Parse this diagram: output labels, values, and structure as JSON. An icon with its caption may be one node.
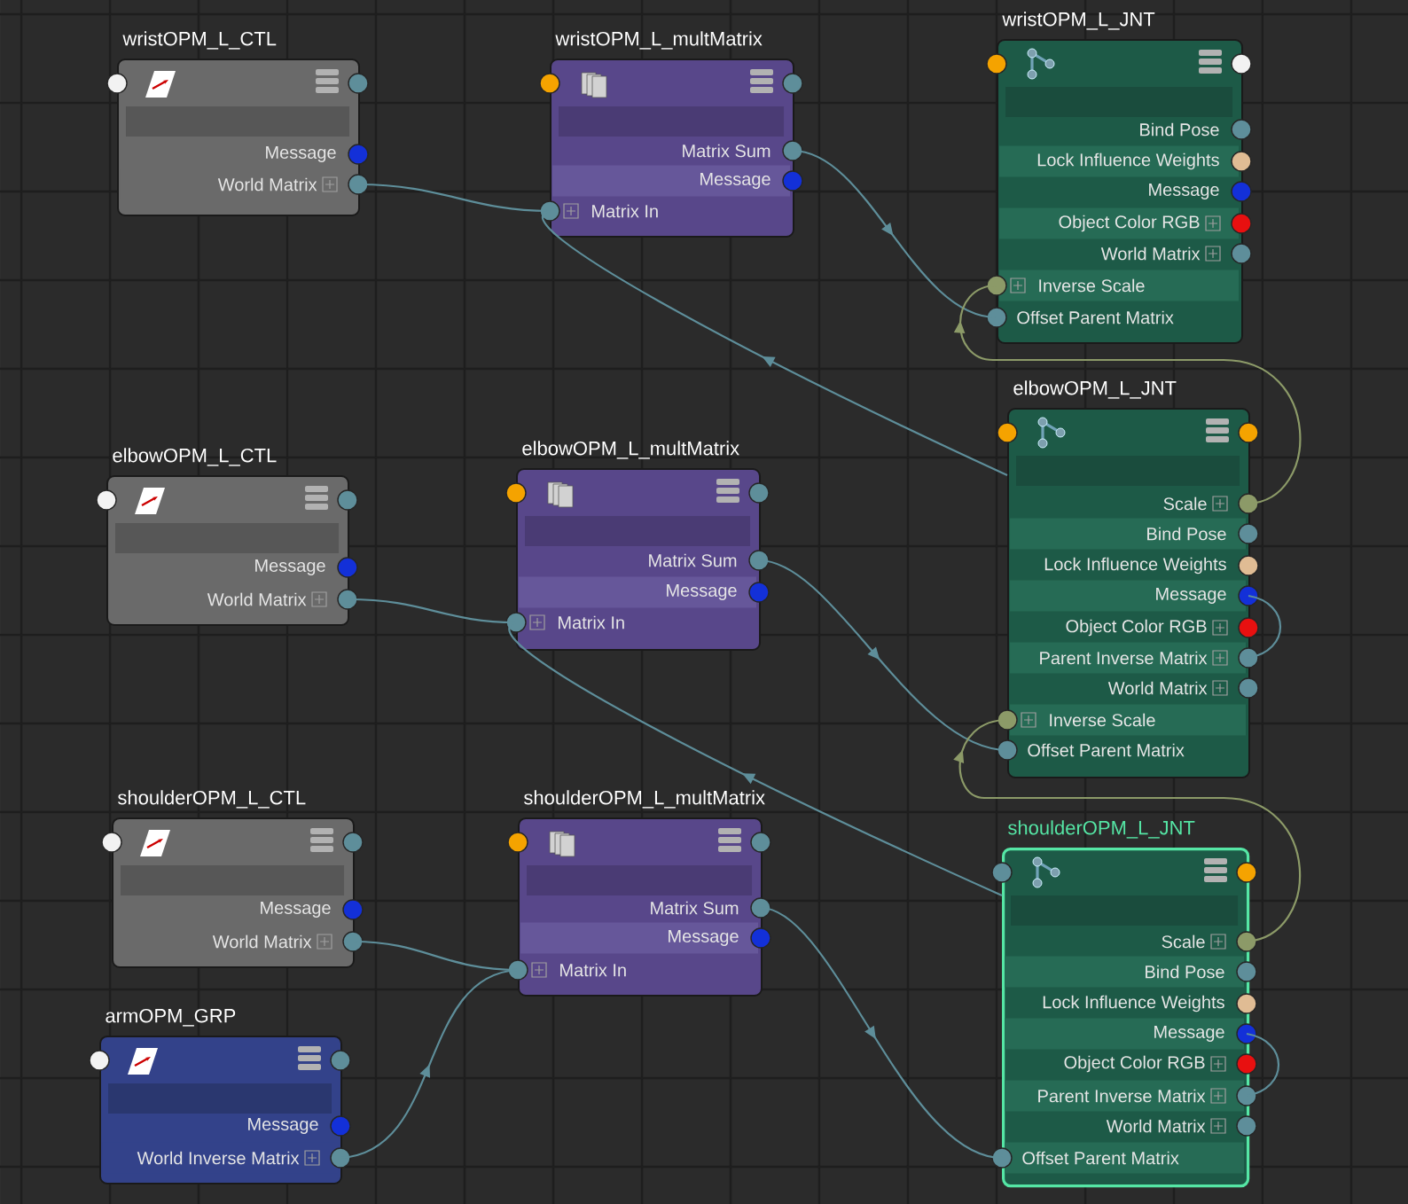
{
  "diagram": {
    "nodes": [
      {
        "text": [
          "wristOPM_L_CTL",
          "Message",
          "World Matrix"
        ]
      },
      {
        "text": [
          "wristOPM_L_multMatrix",
          "Matrix Sum",
          "Message",
          "Matrix In"
        ]
      },
      {
        "text": [
          "wristOPM_L_JNT",
          "Bind Pose",
          "Lock Influence Weights",
          "Message",
          "Object Color RGB",
          "World Matrix",
          "Inverse Scale",
          "Offset Parent Matrix"
        ]
      },
      {
        "text": [
          "elbowOPM_L_CTL",
          "Message",
          "World Matrix"
        ]
      },
      {
        "text": [
          "elbowOPM_L_multMatrix",
          "Matrix Sum",
          "Message",
          "Matrix In"
        ]
      },
      {
        "text": [
          "elbowOPM_L_JNT",
          "Scale",
          "Bind Pose",
          "Lock Influence Weights",
          "Message",
          "Object Color RGB",
          "Parent Inverse Matrix",
          "World Matrix",
          "Inverse Scale",
          "Offset Parent Matrix"
        ]
      },
      {
        "text": [
          "shoulderOPM_L_CTL",
          "Message",
          "World Matrix"
        ]
      },
      {
        "text": [
          "shoulderOPM_L_multMatrix",
          "Matrix Sum",
          "Message",
          "Matrix In"
        ]
      },
      {
        "text": [
          "shoulderOPM_L_JNT",
          "Scale",
          "Bind Pose",
          "Lock Influence Weights",
          "Message",
          "Object Color RGB",
          "Parent Inverse Matrix",
          "World Matrix",
          "Offset Parent Matrix"
        ]
      },
      {
        "text": [
          "armOPM_GRP",
          "Message",
          "World Inverse Matrix"
        ]
      }
    ],
    "edges": [
      {
        "from": 0,
        "to": 1,
        "arrow": "none"
      },
      {
        "from": 1,
        "to": 2,
        "arrow": "to"
      },
      {
        "from": 5,
        "to": 1,
        "arrow": "to"
      },
      {
        "from": 5,
        "to": 2,
        "arrow": "to",
        "color": "#8c9a68"
      },
      {
        "from": 3,
        "to": 4,
        "arrow": "none"
      },
      {
        "from": 4,
        "to": 5,
        "arrow": "to"
      },
      {
        "from": 8,
        "to": 4,
        "arrow": "to"
      },
      {
        "from": 8,
        "to": 5,
        "arrow": "to",
        "color": "#8c9a68"
      },
      {
        "from": 5,
        "to": 5,
        "arrow": "none"
      },
      {
        "from": 6,
        "to": 7,
        "arrow": "none"
      },
      {
        "from": 9,
        "to": 7,
        "arrow": "to"
      },
      {
        "from": 7,
        "to": 8,
        "arrow": "to"
      },
      {
        "from": 8,
        "to": 8,
        "arrow": "none"
      }
    ]
  }
}
